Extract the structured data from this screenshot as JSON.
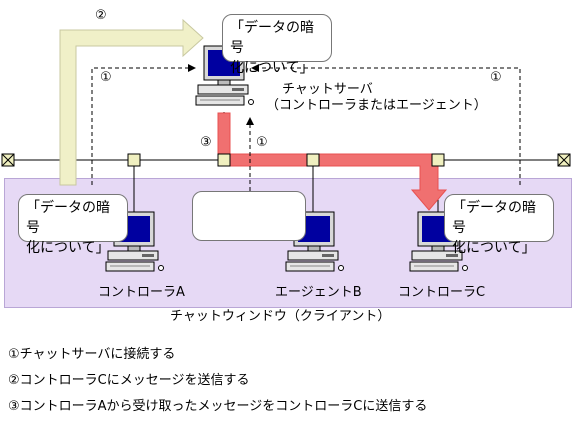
{
  "step_markers": {
    "top_left": "②",
    "left": "①",
    "right": "①",
    "center_left": "③",
    "center_right": "①"
  },
  "server": {
    "label_line1": "チャットサーバ",
    "label_line2": "（コントローラまたはエージェント）"
  },
  "bubbles": {
    "server": [
      "「データの暗号",
      "化について」"
    ],
    "controller_a": [
      "「データの暗号",
      "化について」"
    ],
    "agent_b": [
      "",
      ""
    ],
    "controller_c": [
      "「データの暗号",
      "化について」"
    ]
  },
  "clients": {
    "controller_a": "コントローラA",
    "agent_b": "エージェントB",
    "controller_c": "コントローラC"
  },
  "window_label": "チャットウィンドウ（クライアント）",
  "legend": [
    "①チャットサーバに接続する",
    "②コントローラCにメッセージを送信する",
    "③コントローラAから受け取ったメッセージをコントローラCに送信する"
  ],
  "colors": {
    "client_area": "#e6d9f5",
    "client_border": "#b9a6d6",
    "send_arrow": "#f0f0c8",
    "relay_arrow": "#f07070",
    "bus_node": "#f0f0c0"
  }
}
